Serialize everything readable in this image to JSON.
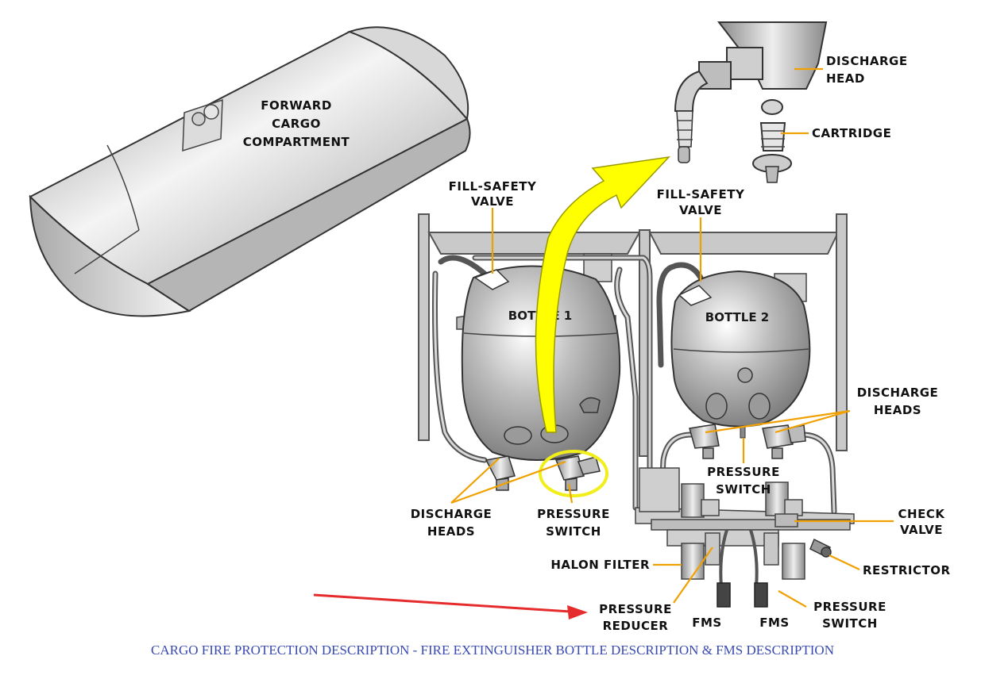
{
  "caption": "CARGO FIRE PROTECTION DESCRIPTION - FIRE EXTINGUISHER BOTTLE DESCRIPTION & FMS DESCRIPTION",
  "labels": {
    "forward_cargo_1": "FORWARD",
    "forward_cargo_2": "CARGO",
    "forward_cargo_3": "COMPARTMENT",
    "discharge_head_top_1": "DISCHARGE",
    "discharge_head_top_2": "HEAD",
    "cartridge": "CARTRIDGE",
    "fill_safety_left_1": "FILL-SAFETY",
    "fill_safety_left_2": "VALVE",
    "fill_safety_right_1": "FILL-SAFETY",
    "fill_safety_right_2": "VALVE",
    "bottle_1": "BOTTLE 1",
    "bottle_2": "BOTTLE 2",
    "discharge_heads_right_1": "DISCHARGE",
    "discharge_heads_right_2": "HEADS",
    "pressure_switch_mid_1": "PRESSURE",
    "pressure_switch_mid_2": "SWITCH",
    "discharge_heads_left_1": "DISCHARGE",
    "discharge_heads_left_2": "HEADS",
    "pressure_switch_left_1": "PRESSURE",
    "pressure_switch_left_2": "SWITCH",
    "check_valve_1": "CHECK",
    "check_valve_2": "VALVE",
    "halon_filter": "HALON FILTER",
    "restrictor": "RESTRICTOR",
    "pressure_reducer_1": "PRESSURE",
    "pressure_reducer_2": "REDUCER",
    "fms_1": "FMS",
    "fms_2": "FMS",
    "pressure_switch_bottom_1": "PRESSURE",
    "pressure_switch_bottom_2": "SWITCH"
  },
  "colors": {
    "leader_line": "#f0a000",
    "highlight_arrow": "#ffff00",
    "pointer_arrow": "#e52b2b",
    "caption_text": "#3a4bb0"
  }
}
